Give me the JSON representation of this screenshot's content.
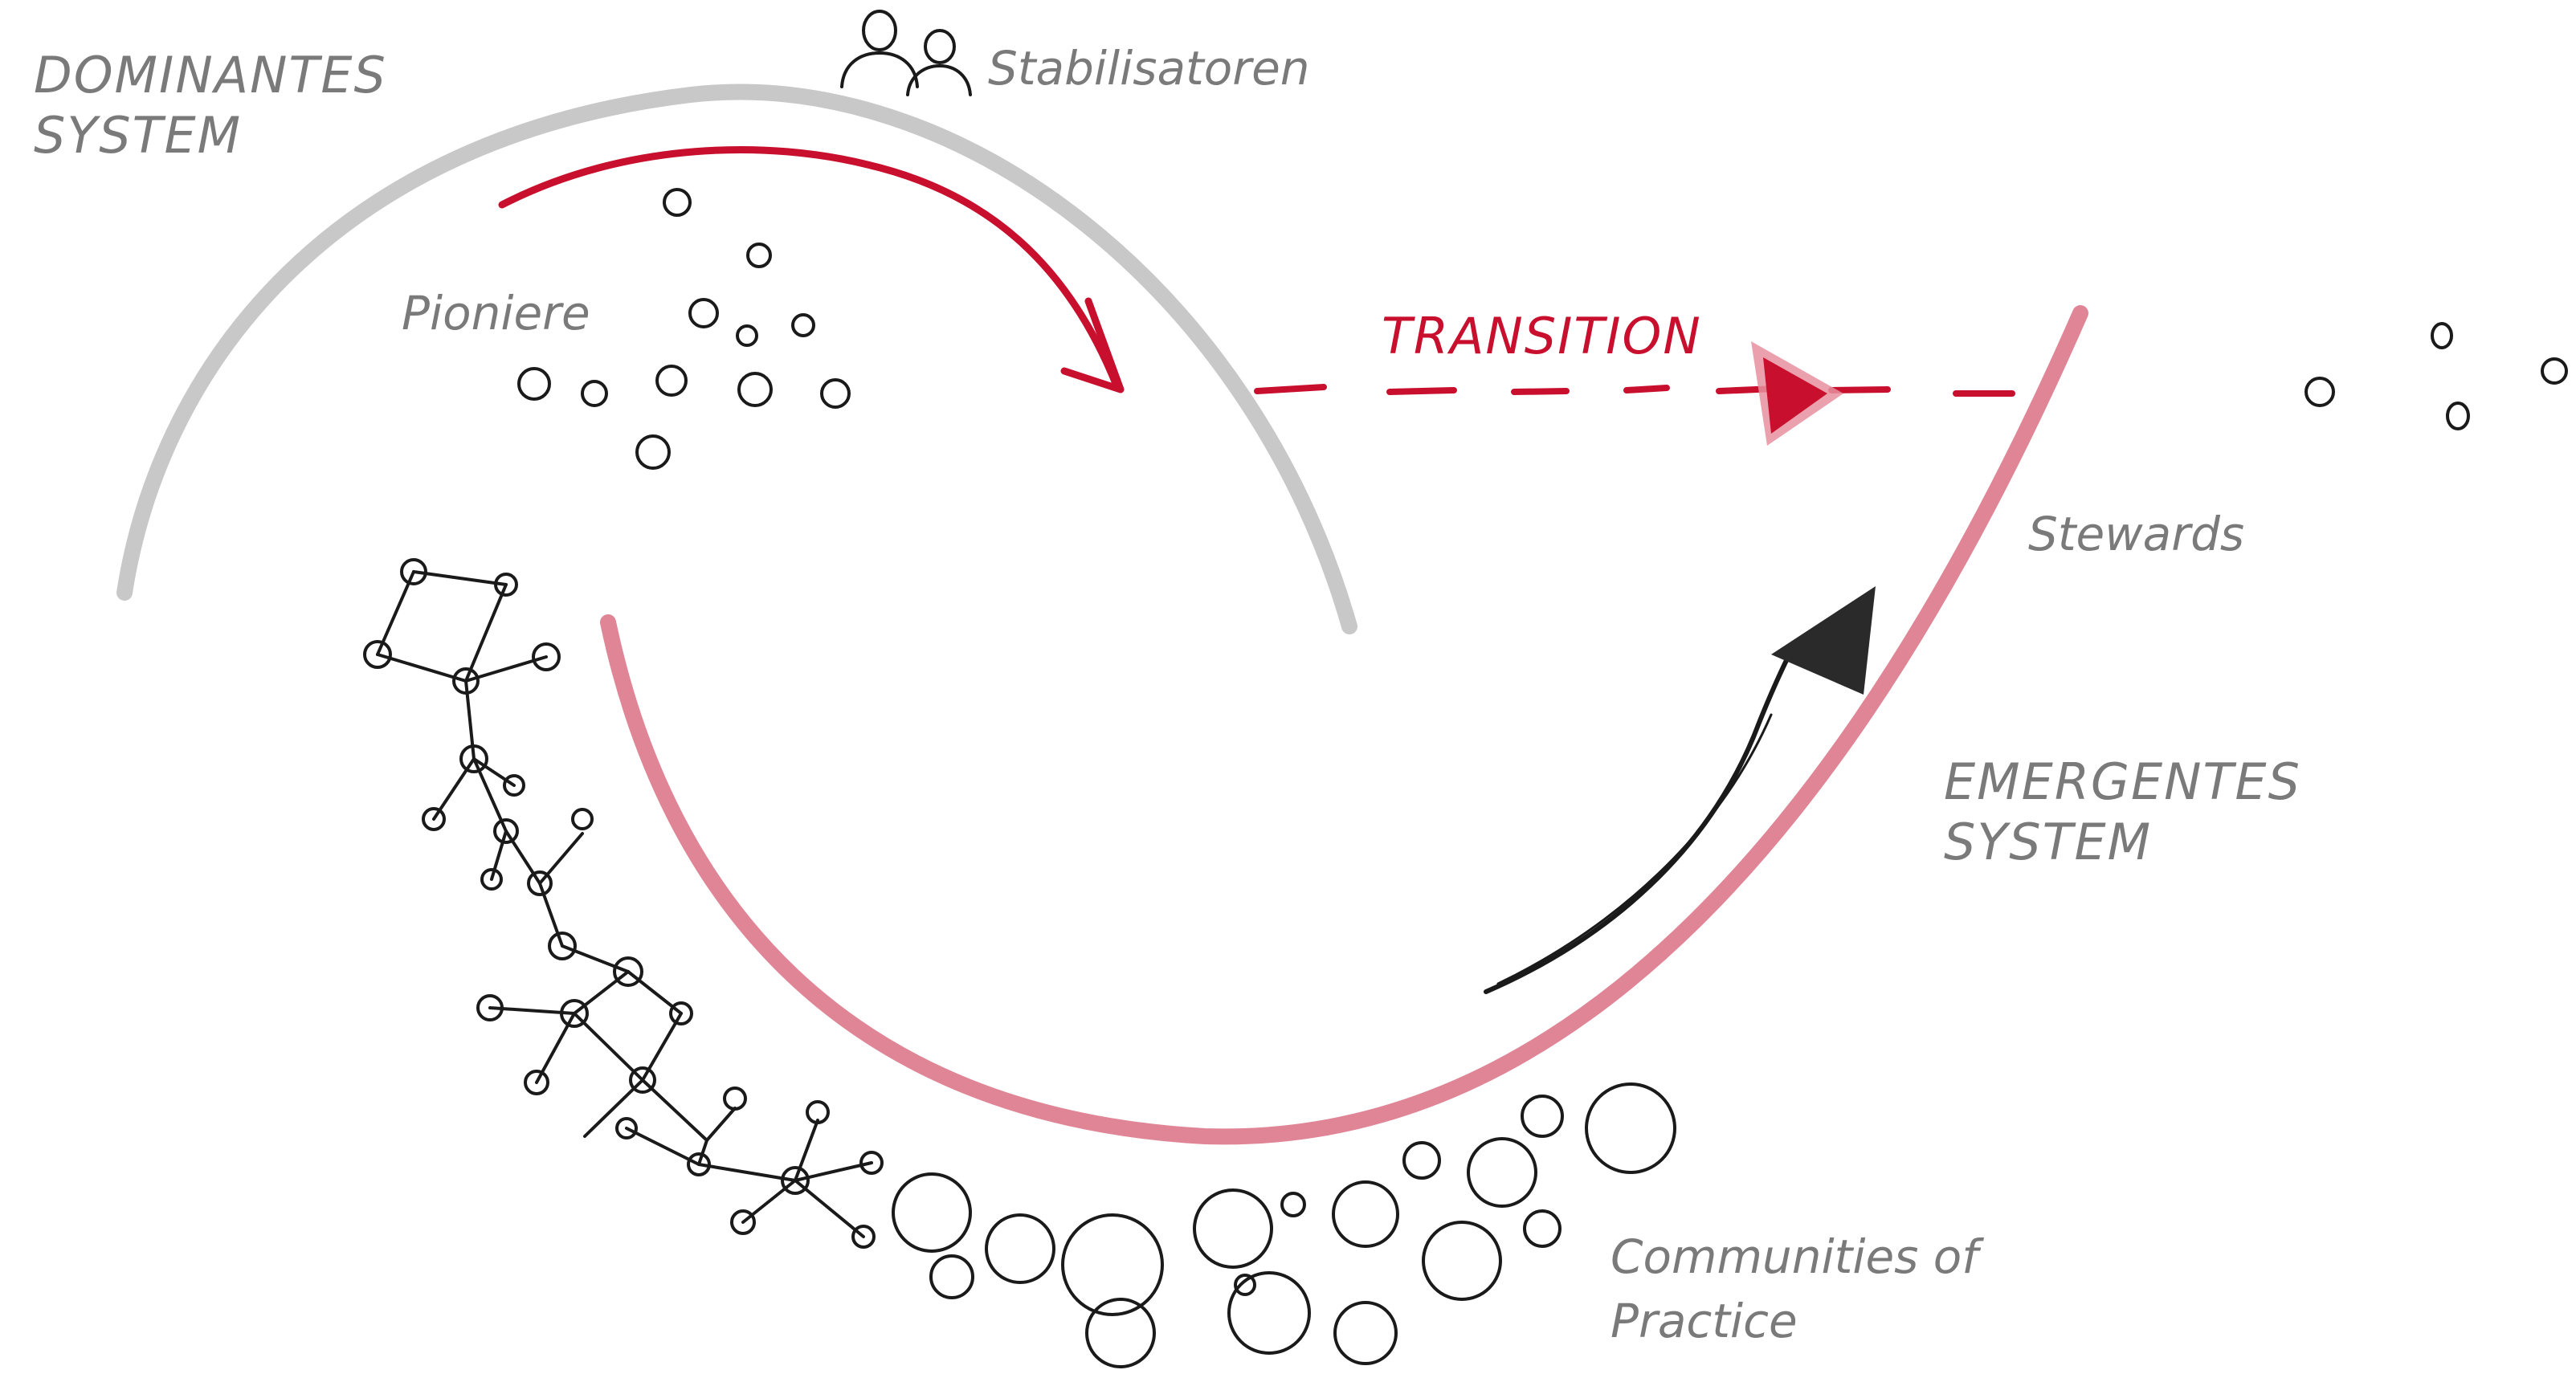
{
  "labels": {
    "dominant_line1": "DOMINANTES",
    "dominant_line2": "SYSTEM",
    "stabilizers": "Stabilisatoren",
    "pioneers": "Pioniere",
    "transition": "TRANSITION",
    "stewards": "Stewards",
    "emergent_line1": "EMERGENTES",
    "emergent_line2": "SYSTEM",
    "communities_line1": "Communities of",
    "communities_line2": "Practice"
  },
  "colors": {
    "dominant_arc": "#c8c8c8",
    "emergent_arc": "#e08596",
    "transition": "#c8102e",
    "ink": "#1a1a1a",
    "label_gray": "#7a7a7a"
  },
  "icons": {
    "stabilizers": "person-pair-icon",
    "pioneers": "small-circles-cluster",
    "communities": "large-circles-cluster",
    "network": "node-network",
    "stewards_arrow": "black-arrow-icon",
    "transition_arrow": "red-arrowhead-icon"
  }
}
